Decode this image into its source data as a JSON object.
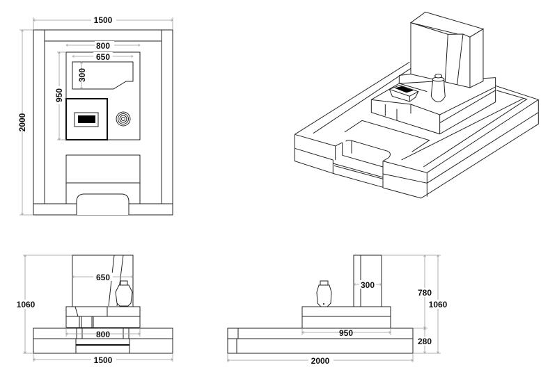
{
  "plan_view": {
    "width": "1500",
    "depth": "2000",
    "inner_width": "800",
    "inner_depth": "950",
    "stone_width": "650",
    "stone_depth": "300"
  },
  "front_view": {
    "height": "1060",
    "stone_width": "650",
    "inner_width": "800",
    "width": "1500"
  },
  "side_view": {
    "stone_depth": "300",
    "upper_height": "780",
    "height": "1060",
    "inner_depth": "950",
    "base_height": "280",
    "depth": "2000"
  },
  "colors": {
    "line": "#222222",
    "dimension": "#999999",
    "fill": "#000000"
  }
}
